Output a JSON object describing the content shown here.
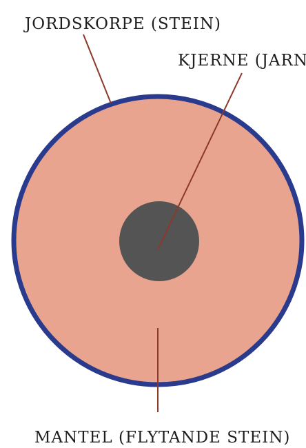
{
  "labels": {
    "crust": "JORDSKORPE (STEIN)",
    "core": "KJERNE (JARN)",
    "mantle": "MANTEL (FLYTANDE STEIN)"
  },
  "colors": {
    "crust": "#2a3a8c",
    "mantle": "#e8a48e",
    "core": "#545454",
    "leader_lines": "#8b3a2a",
    "text": "#1e1e1e"
  }
}
